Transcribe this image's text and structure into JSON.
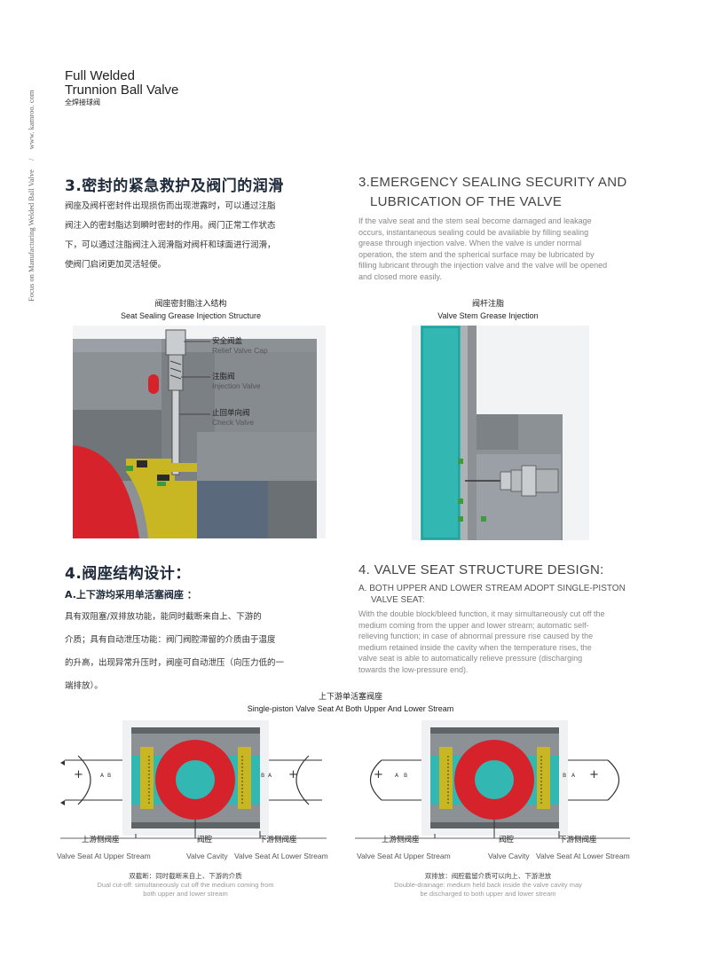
{
  "side_text": {
    "url": "www. kamroo. com",
    "slash": "/",
    "tagline": "Focus on Manufacturing Welded Ball Valve"
  },
  "brand": {
    "line1": "Full Welded",
    "line2": "Trunnion Ball Valve",
    "cn": "全焊接球阀"
  },
  "sec3": {
    "cn_title": "3.密封的紧急救护及阀门的润滑",
    "cn_lines": [
      "阀座及阀杆密封件出现损伤而出现泄露时，可以通过注脂",
      "阀注入的密封脂达到瞬时密封的作用。阀门正常工作状态",
      "下，可以通过注脂阀注入润滑脂对阀杆和球面进行润滑，",
      "使阀门启闭更加灵活轻便。"
    ],
    "en_title_1": "3.EMERGENCY SEALING SECURITY AND",
    "en_title_2": "LUBRICATION OF THE VALVE",
    "en_lines": [
      "If the valve seat and the stem seal become damaged and leakage",
      "occurs, instantaneous sealing could be available by filling sealing",
      "grease through injection valve. When the valve is under normal",
      "operation, the stem and the spherical surface may be lubricated by",
      "filling lubricant through the injection valve and the valve will be opened",
      "and closed more easily."
    ]
  },
  "fig1": {
    "cap_cn": "阀座密封脂注入结构",
    "cap_en": "Seat Sealing Grease Injection Structure",
    "labels": [
      {
        "cn": "安全阀盖",
        "en": "Relief Valve Cap"
      },
      {
        "cn": "注脂阀",
        "en": "Injection Valve"
      },
      {
        "cn": "止回单向阀",
        "en": "Check Valve"
      }
    ]
  },
  "fig2": {
    "cap_cn": "阀杆注脂",
    "cap_en": "Valve Stem Grease Injection"
  },
  "sec4": {
    "cn_title": "4.阀座结构设计：",
    "cn_sub": "A.上下游均采用单活塞阀座 ：",
    "cn_lines": [
      "具有双阻塞/双排放功能，能同时截断来自上、下游的",
      "介质；具有自动泄压功能：阀门阀腔滞留的介质由于温度",
      "的升高，出现异常升压时，阀座可自动泄压（向压力低的一",
      "端排放）。"
    ],
    "en_title": "4. VALVE SEAT STRUCTURE DESIGN:",
    "en_sub_1": "A. BOTH UPPER AND LOWER STREAM ADOPT SINGLE-PISTON",
    "en_sub_2": "VALVE SEAT:",
    "en_lines": [
      "With the double block/bleed function, it may simultaneously cut off the",
      "medium coming from the upper and lower stream; automatic self-",
      "relieving function; in case of abnormal pressure rise caused by the",
      "medium retained inside the cavity when the temperature rises, the",
      "valve seat is able to automatically relieve pressure (discharging",
      "towards the low-pressure end)."
    ]
  },
  "fig3": {
    "cap_cn": "上下游单活塞阀座",
    "cap_en": "Single-piston Valve Seat At Both Upper And Lower Stream",
    "left": {
      "labels": [
        {
          "cn": "上游侧阀座",
          "en": "Valve Seat At Upper Stream"
        },
        {
          "cn": "阀腔",
          "en": "Valve Cavity"
        },
        {
          "cn": "下游侧阀座",
          "en": "Valve Seat At Lower Stream"
        }
      ],
      "note_cn": "双截断：同时截断来自上、下游的介质",
      "note_en_1": "Dual cut-off: simultaneously cut off the medium coming from",
      "note_en_2": "both upper and lower stream"
    },
    "right": {
      "labels": [
        {
          "cn": "上游侧阀座",
          "en": "Valve Seat At Upper Stream"
        },
        {
          "cn": "阀腔",
          "en": "Valve Cavity"
        },
        {
          "cn": "下游侧阀座",
          "en": "Valve Seat At Lower Stream"
        }
      ],
      "note_cn": "双排放：阀腔截留介质可以向上、下游泄放",
      "note_en_1": "Double-drainage: medium held back inside the valve cavity may",
      "note_en_2": "be discharged to both upper and lower stream"
    },
    "plus": "+",
    "A": "A",
    "B": "B"
  },
  "colors": {
    "red": "#d6232b",
    "yellow": "#c9b623",
    "teal": "#33b7b3",
    "steel": "#8c9196",
    "dark": "#5f6468",
    "light": "#bfc3c6"
  }
}
